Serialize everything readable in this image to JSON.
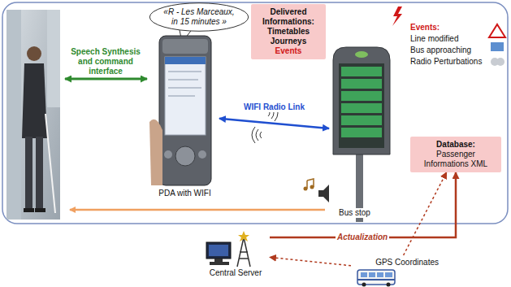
{
  "diagram": {
    "nodes": [
      {
        "text": [
          "«R - Les Marceaux, in 15 minutes »"
        ]
      },
      {
        "text": [
          "Delivered Informations:",
          "Timetables Journeys",
          "Events"
        ]
      },
      {
        "text": [
          "PDA with WIFI"
        ]
      },
      {
        "text": [
          "Bus stop"
        ]
      },
      {
        "text": [
          "Database:",
          "Passenger Informations XML"
        ]
      },
      {
        "text": [
          "Central Server"
        ]
      },
      {
        "text": [
          "GPS Coordinates"
        ]
      }
    ],
    "edges": [
      {
        "from": 2,
        "to": 3,
        "arrow": "both",
        "label": "WIFI Radio Link"
      },
      {
        "from": 5,
        "to": 4,
        "arrow": "to",
        "label": "Actualization"
      },
      {
        "from": 6,
        "to": 4,
        "arrow": "to"
      },
      {
        "from": 6,
        "to": 5,
        "arrow": "to"
      }
    ],
    "labels": [
      "Speech Synthesis and command interface",
      "Events:",
      "Line modified",
      "Bus approaching",
      "Radio Perturbations"
    ]
  }
}
